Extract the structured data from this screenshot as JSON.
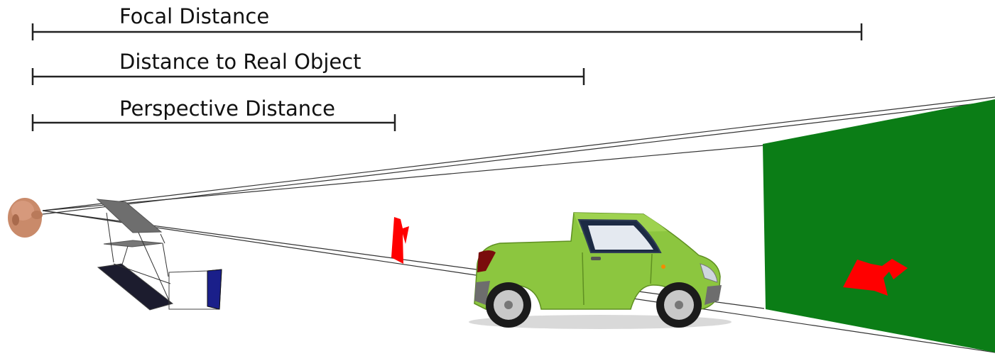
{
  "labels": {
    "focal": "Focal Distance",
    "real_object": "Distance to Real Object",
    "perspective": "Perspective Distance"
  },
  "colors": {
    "screen": "#0b7d16",
    "arrow": "#ff0000",
    "car_body": "#8cc63f",
    "line": "#222222",
    "head": "#c98a6a",
    "lens_edge": "#1a1f8a"
  },
  "icons": {
    "viewer": "human-head-icon",
    "vehicle": "car-icon",
    "display": "screen-panel",
    "marker": "arrow-marker-icon"
  }
}
